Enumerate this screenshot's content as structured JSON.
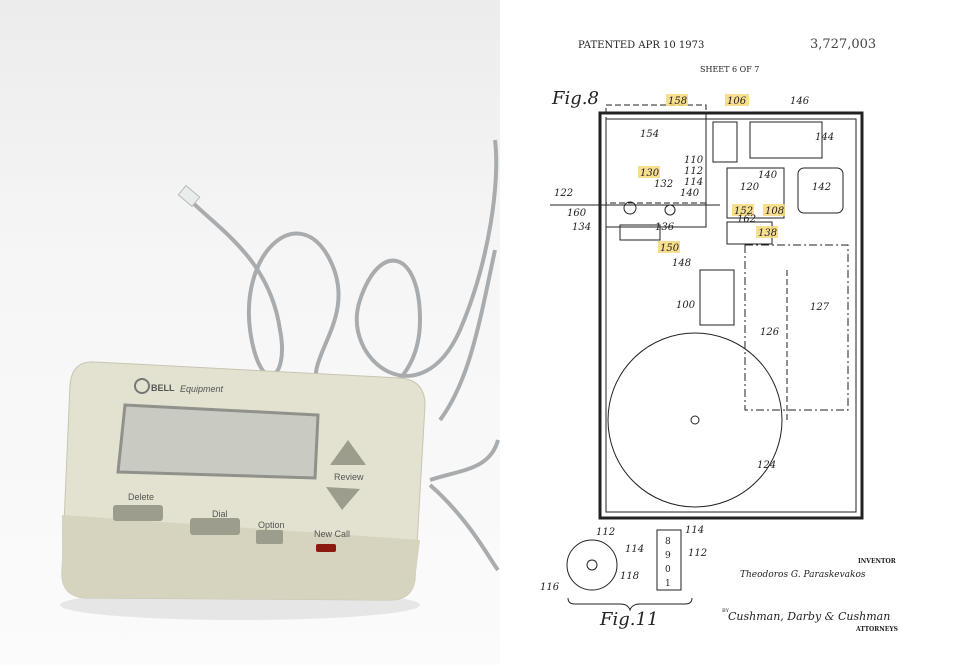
{
  "photo": {
    "brand_logo": "BELL",
    "brand_sub": "Equipment",
    "buttons": {
      "delete": "Delete",
      "dial": "Dial",
      "option": "Option",
      "review": "Review",
      "new_call": "New Call"
    },
    "colors": {
      "body": "#e3e1cf",
      "screen": "#c9cbc3",
      "button": "#9c9d8c",
      "led": "#8a1a10"
    }
  },
  "patent": {
    "header_left": "PATENTED APR 10 1973",
    "patent_number": "3,727,003",
    "sheet": "SHEET 6 OF 7",
    "fig8_label": "Fig.8",
    "fig11_label": "Fig.11",
    "inventor_heading": "INVENTOR",
    "inventor_name": "Theodoros G. Paraskevakos",
    "attorneys_prefix": "BY",
    "attorneys_signature": "Cushman, Darby & Cushman",
    "attorneys_heading": "ATTORNEYS",
    "reference_numerals": {
      "n158": "158",
      "n106": "106",
      "n146": "146",
      "n154": "154",
      "n144": "144",
      "n110": "110",
      "n112": "112",
      "n114": "114",
      "n140": "140",
      "n120": "120",
      "n130": "130",
      "n132": "132",
      "n122": "122",
      "n160": "160",
      "n134": "134",
      "n136": "136",
      "n152": "152",
      "n162": "162",
      "n108": "108",
      "n138": "138",
      "n150": "150",
      "n148": "148",
      "n142": "142",
      "n100": "100",
      "n126": "126",
      "n127": "127",
      "n124": "124",
      "n116": "116",
      "n118": "118",
      "wheel_digits": [
        "8",
        "9",
        "0",
        "1"
      ]
    },
    "highlight_color": "#f6d97a"
  }
}
